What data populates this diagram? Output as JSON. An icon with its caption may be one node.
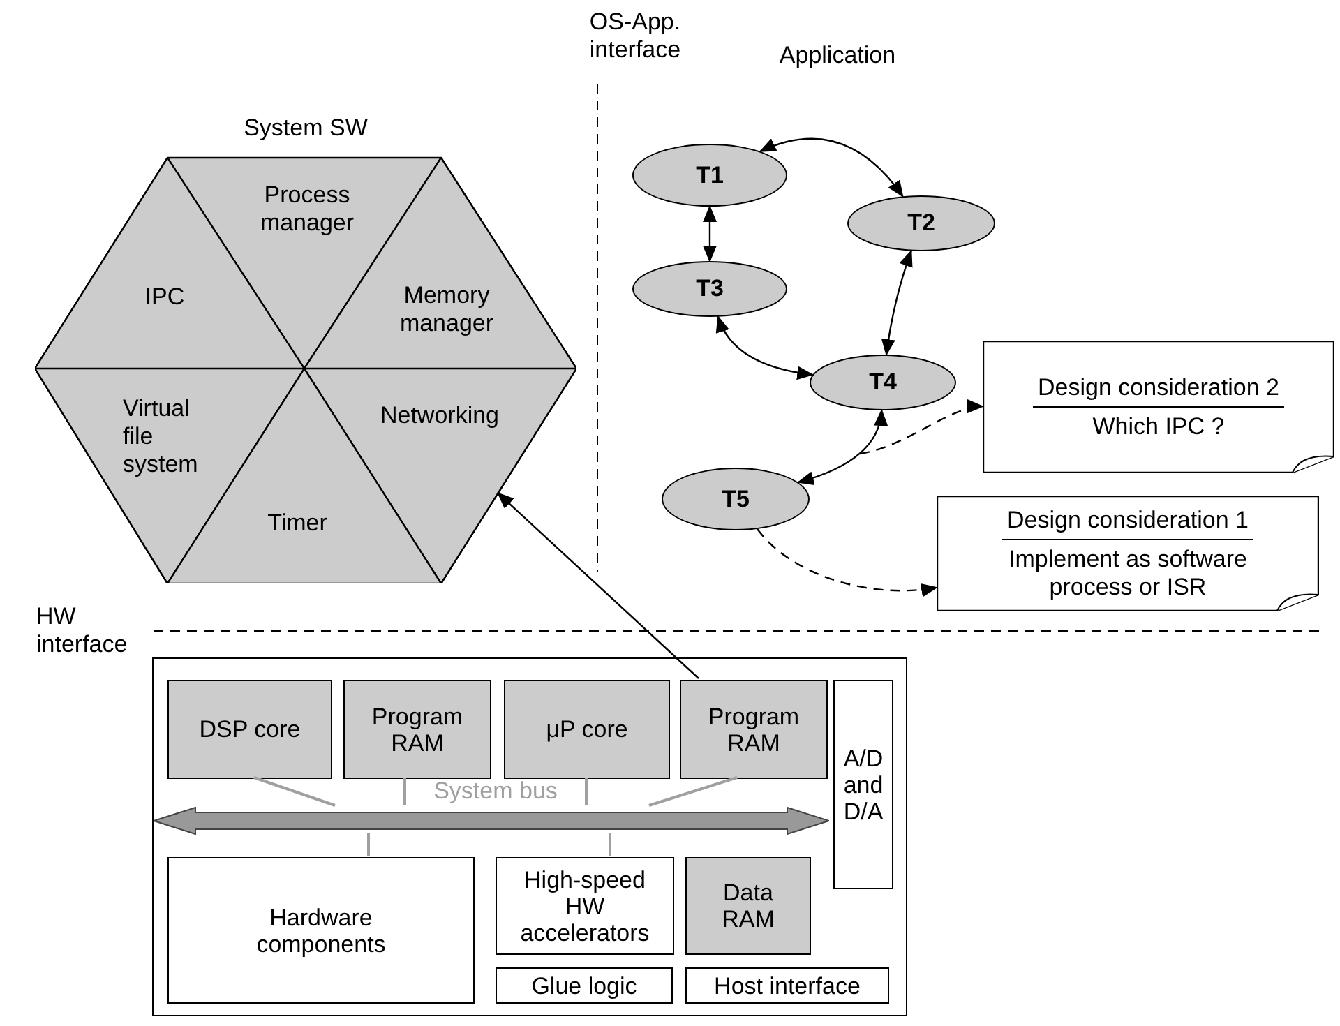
{
  "diagram": {
    "nodes": [
      {
        "text": [
          "System SW"
        ]
      },
      {
        "text": [
          "Process manager"
        ],
        "in": 0
      },
      {
        "text": [
          "IPC"
        ],
        "in": 0
      },
      {
        "text": [
          "Memory manager"
        ],
        "in": 0
      },
      {
        "text": [
          "Virtual file system"
        ],
        "in": 0
      },
      {
        "text": [
          "Networking"
        ],
        "in": 0
      },
      {
        "text": [
          "Timer"
        ],
        "in": 0
      },
      {
        "text": [
          "T1"
        ]
      },
      {
        "text": [
          "T2"
        ]
      },
      {
        "text": [
          "T3"
        ]
      },
      {
        "text": [
          "T4"
        ]
      },
      {
        "text": [
          "T5"
        ]
      },
      {
        "text": [
          "Design consideration 2",
          "Which IPC ?"
        ]
      },
      {
        "text": [
          "Design consideration 1",
          "Implement as software process or ISR"
        ]
      },
      {
        "text": [],
        "shape": "box"
      },
      {
        "text": [
          "DSP core"
        ],
        "in": 14
      },
      {
        "text": [
          "Program RAM"
        ],
        "in": 14
      },
      {
        "text": [
          "μP core"
        ],
        "in": 14
      },
      {
        "text": [
          "Program RAM"
        ],
        "in": 14
      },
      {
        "text": [
          "A/D and D/A"
        ],
        "in": 14
      },
      {
        "text": [],
        "shape": "bar",
        "in": 14
      },
      {
        "text": [
          "Hardware components"
        ],
        "in": 14
      },
      {
        "text": [
          "High-speed HW accelerators"
        ],
        "in": 14
      },
      {
        "text": [
          "Data RAM"
        ],
        "in": 14
      },
      {
        "text": [
          "Glue logic"
        ],
        "in": 14
      },
      {
        "text": [
          "Host interface"
        ],
        "in": 14
      }
    ],
    "edges": [
      {
        "from": 7,
        "to": 8,
        "arrow": "both"
      },
      {
        "from": 7,
        "to": 9,
        "arrow": "both"
      },
      {
        "from": 8,
        "to": 10,
        "arrow": "both"
      },
      {
        "from": 9,
        "to": 10,
        "arrow": "both"
      },
      {
        "from": 10,
        "to": 11,
        "arrow": "both"
      },
      {
        "from": null,
        "to": 12,
        "arrow": "to",
        "style": "dashed"
      },
      {
        "from": 11,
        "to": 13,
        "arrow": "to",
        "style": "dashed"
      },
      {
        "from": 18,
        "to": 5,
        "arrow": "to"
      },
      {
        "from": 15,
        "to": 20,
        "arrow": "none",
        "color": "#a0a0a0"
      },
      {
        "from": 16,
        "to": 20,
        "arrow": "none",
        "color": "#a0a0a0"
      },
      {
        "from": 17,
        "to": 20,
        "arrow": "none",
        "color": "#a0a0a0"
      },
      {
        "from": 18,
        "to": 20,
        "arrow": "none",
        "color": "#a0a0a0"
      },
      {
        "from": 21,
        "to": 20,
        "arrow": "none",
        "color": "#a0a0a0"
      },
      {
        "from": 22,
        "to": 20,
        "arrow": "none",
        "color": "#a0a0a0"
      }
    ],
    "labels": [
      "OS-App. interface",
      "Application",
      "HW interface",
      "System bus"
    ]
  }
}
